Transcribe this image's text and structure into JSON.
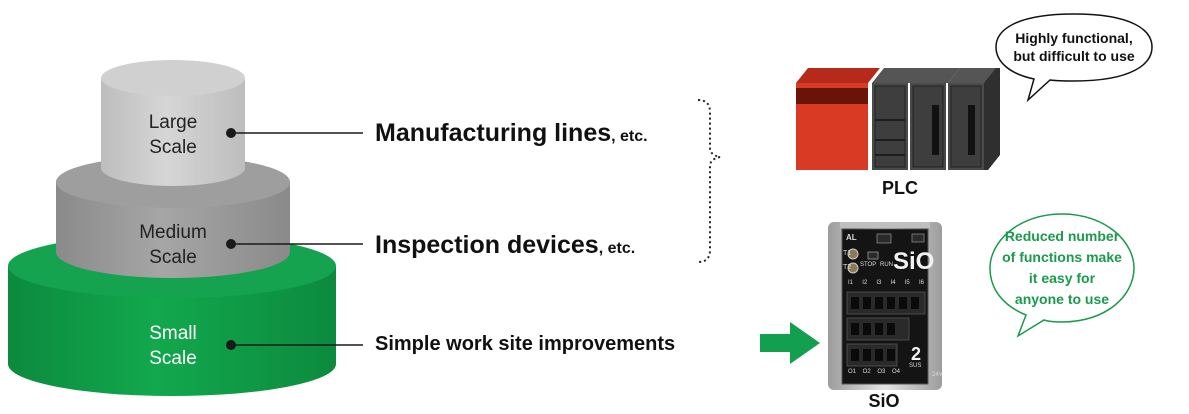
{
  "scales": {
    "large": {
      "line1": "Large",
      "line2": "Scale"
    },
    "medium": {
      "line1": "Medium",
      "line2": "Scale"
    },
    "small": {
      "line1": "Small",
      "line2": "Scale"
    }
  },
  "labels": {
    "manufacturing": {
      "main": "Manufacturing lines",
      "suffix": ", etc."
    },
    "inspection": {
      "main": "Inspection devices",
      "suffix": ", etc."
    },
    "simple": "Simple work site improvements"
  },
  "plc": {
    "caption": "PLC",
    "bubble_line1": "Highly functional,",
    "bubble_line2": "but difficult to use"
  },
  "sio": {
    "caption": "SiO",
    "bubble_lines": [
      "Reduced number",
      "of functions make",
      "it easy for",
      "anyone to use"
    ],
    "device": {
      "brand": "SiO",
      "model_number": "2",
      "model_sub": "SUS",
      "al": "AL",
      "t1": "T1",
      "t2": "T2",
      "stop": "STOP",
      "run": "RUN",
      "inputs": [
        "I1",
        "I2",
        "I3",
        "I4",
        "I5",
        "I6"
      ],
      "outputs": [
        "O1",
        "O2",
        "O3",
        "O4"
      ],
      "power": "24V"
    }
  },
  "colors": {
    "large_tier": "#c8c8c8",
    "medium_tier": "#9a9a9a",
    "small_tier": "#0f9a47",
    "arrow": "#13a04e",
    "sio_bubble": "#1a9a4c",
    "plc_red": "#d93a24"
  }
}
